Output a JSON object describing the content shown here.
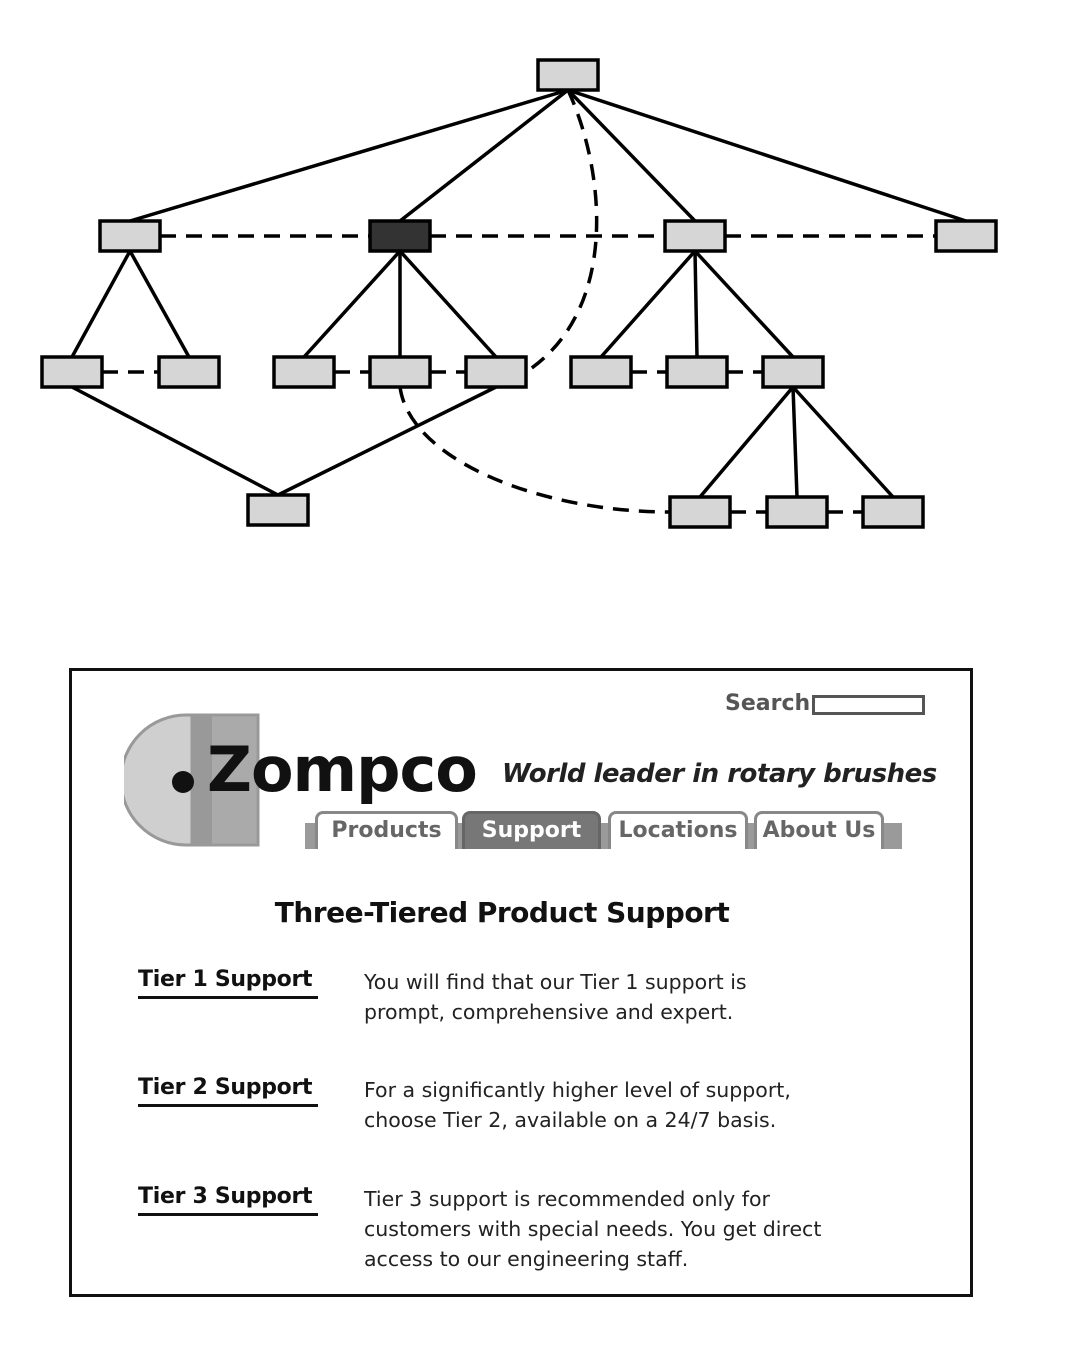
{
  "diagram": {
    "nodes": [
      {
        "id": "root",
        "current": false
      },
      {
        "id": "l1a",
        "current": false
      },
      {
        "id": "l1b",
        "current": true
      },
      {
        "id": "l1c",
        "current": false
      },
      {
        "id": "l1d",
        "current": false
      },
      {
        "id": "l2a1",
        "current": false
      },
      {
        "id": "l2a2",
        "current": false
      },
      {
        "id": "l2b1",
        "current": false
      },
      {
        "id": "l2b2",
        "current": false
      },
      {
        "id": "l2b3",
        "current": false
      },
      {
        "id": "l2c1",
        "current": false
      },
      {
        "id": "l2c2",
        "current": false
      },
      {
        "id": "l2c3",
        "current": false
      },
      {
        "id": "shared",
        "current": false
      },
      {
        "id": "l3a",
        "current": false
      },
      {
        "id": "l3b",
        "current": false
      },
      {
        "id": "l3c",
        "current": false
      }
    ],
    "edges": [
      [
        "root",
        "l1a"
      ],
      [
        "root",
        "l1b"
      ],
      [
        "root",
        "l1c"
      ],
      [
        "root",
        "l1d"
      ],
      [
        "l1a",
        "l2a1"
      ],
      [
        "l1a",
        "l2a2"
      ],
      [
        "l1b",
        "l2b1"
      ],
      [
        "l1b",
        "l2b2"
      ],
      [
        "l1b",
        "l2b3"
      ],
      [
        "l1c",
        "l2c1"
      ],
      [
        "l1c",
        "l2c2"
      ],
      [
        "l1c",
        "l2c3"
      ],
      [
        "l2a1",
        "shared"
      ],
      [
        "l2b3",
        "shared"
      ],
      [
        "l2c3",
        "l3a"
      ],
      [
        "l2c3",
        "l3b"
      ],
      [
        "l2c3",
        "l3c"
      ]
    ],
    "dashed_links": [
      [
        "l1a",
        "l1b"
      ],
      [
        "l1b",
        "l1c"
      ],
      [
        "l1c",
        "l1d"
      ],
      [
        "l2a1",
        "l2a2"
      ],
      [
        "l2b1",
        "l2b2"
      ],
      [
        "l2b2",
        "l2b3"
      ],
      [
        "l2c1",
        "l2c2"
      ],
      [
        "l2c2",
        "l2c3"
      ],
      [
        "l3a",
        "l3b"
      ],
      [
        "l3b",
        "l3c"
      ],
      [
        "root",
        "l2b3"
      ],
      [
        "l2b2",
        "l3a"
      ]
    ]
  },
  "site": {
    "search_label": "Search",
    "logo_text": "Zompco",
    "tagline": "World leader in rotary brushes",
    "tabs": [
      {
        "label": "Products",
        "active": false
      },
      {
        "label": "Support",
        "active": true
      },
      {
        "label": "Locations",
        "active": false
      },
      {
        "label": "About Us",
        "active": false
      }
    ],
    "section_title": "Three-Tiered Product Support",
    "tiers": [
      {
        "name": "Tier 1 Support",
        "lines": [
          "You will find that our Tier 1 support is",
          "prompt, comprehensive and expert."
        ]
      },
      {
        "name": "Tier 2 Support",
        "lines": [
          "For a significantly higher level of support,",
          "choose Tier 2, available on a 24/7 basis."
        ]
      },
      {
        "name": "Tier 3 Support",
        "lines": [
          "Tier 3 support is recommended only for",
          "customers with special needs. You get direct",
          "access to our engineering staff."
        ]
      }
    ]
  },
  "colors": {
    "node_fill": "#d6d6d6",
    "current_node_fill": "#333333",
    "tab_active": "#777777",
    "tab_bar": "#9a9a9a"
  }
}
